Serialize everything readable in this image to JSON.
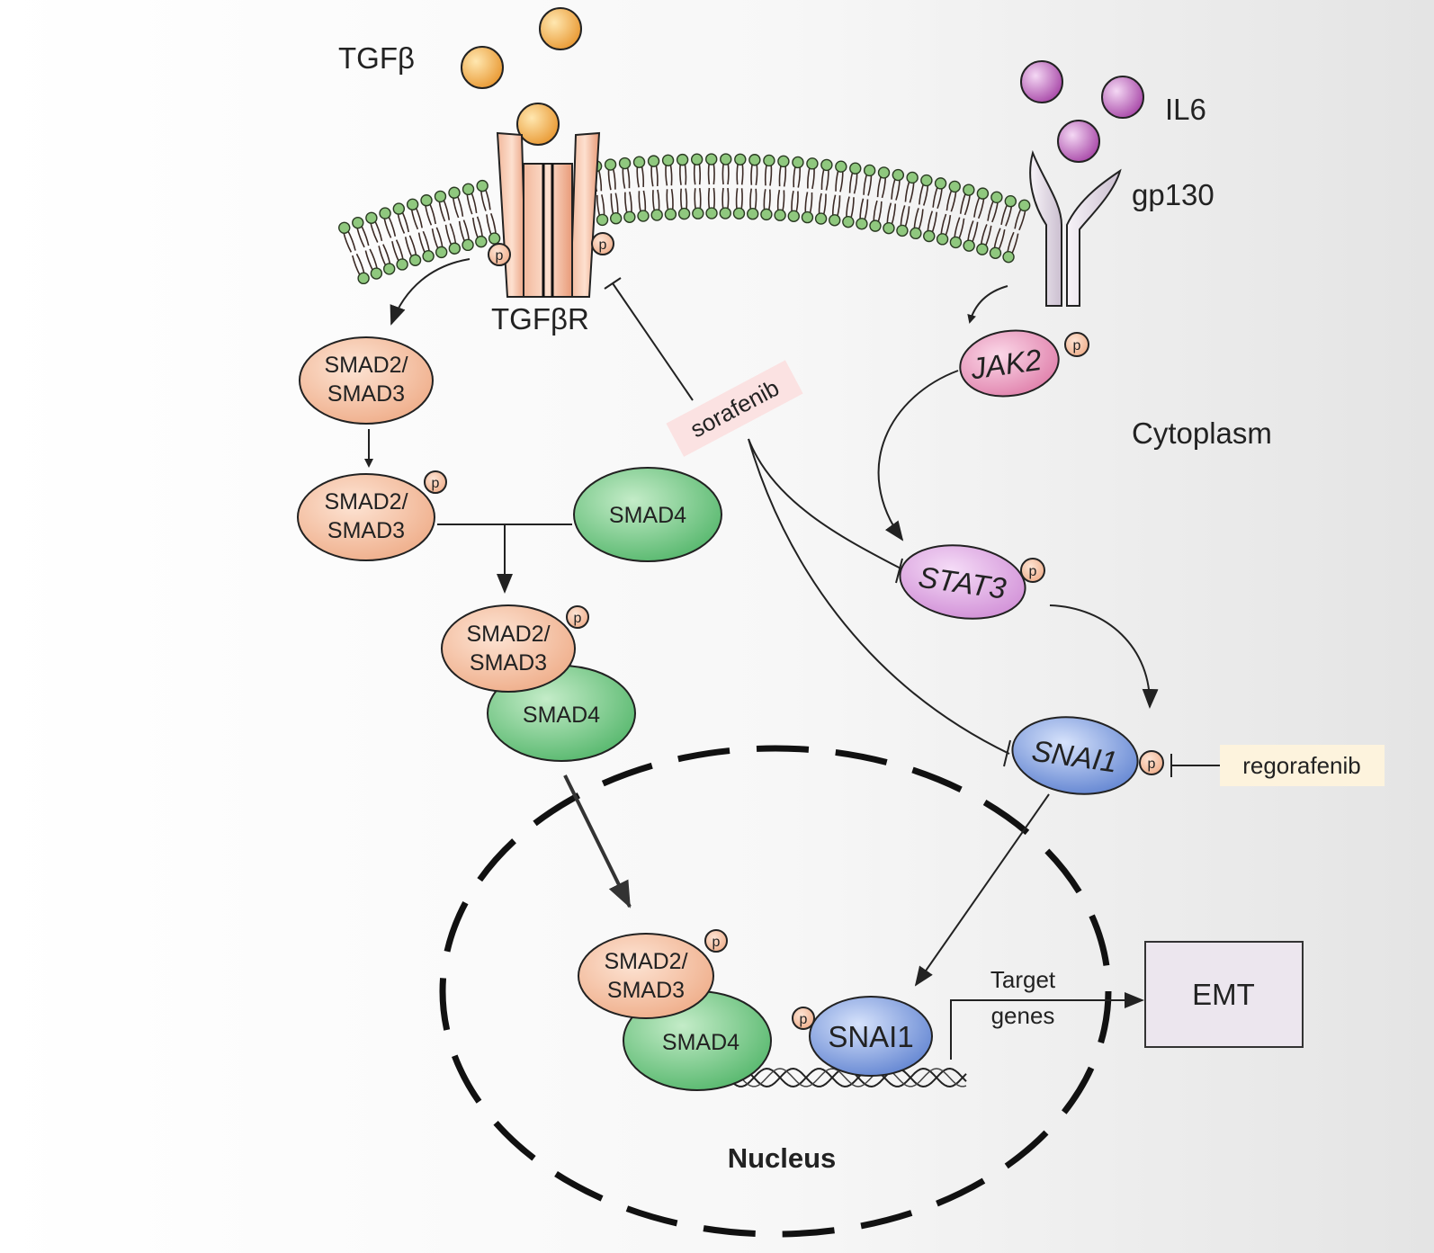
{
  "ligands": {
    "tgfb_label": "TGFβ",
    "il6_label": "IL6"
  },
  "receptors": {
    "tgfbr_label": "TGFβR",
    "gp130_label": "gp130"
  },
  "compartments": {
    "cytoplasm_label": "Cytoplasm",
    "nucleus_label": "Nucleus"
  },
  "nodes": {
    "smad23_label_line1": "SMAD2/",
    "smad23_label_line2": "SMAD3",
    "smad4_label": "SMAD4",
    "jak2_label": "JAK2",
    "stat3_label": "STAT3",
    "snai1_label": "SNAI1",
    "phospho_label": "p"
  },
  "drugs": {
    "sorafenib_label": "sorafenib",
    "regorafenib_label": "regorafenib"
  },
  "outputs": {
    "target_genes_line1": "Target",
    "target_genes_line2": "genes",
    "emt_label": "EMT"
  },
  "colors": {
    "tgfb_ligand": "#f0a040",
    "il6_ligand": "#b55cb5",
    "smad23": "#f2b896",
    "smad4": "#66c27a",
    "jak2": "#e58fb4",
    "stat3": "#d8a0dd",
    "snai1": "#6f90d8",
    "membrane_head": "#8fc87e",
    "sorafenib_bg": "#fbe2e2",
    "regorafenib_bg": "#fdf3dd",
    "emt_box": "#ece6ee"
  }
}
